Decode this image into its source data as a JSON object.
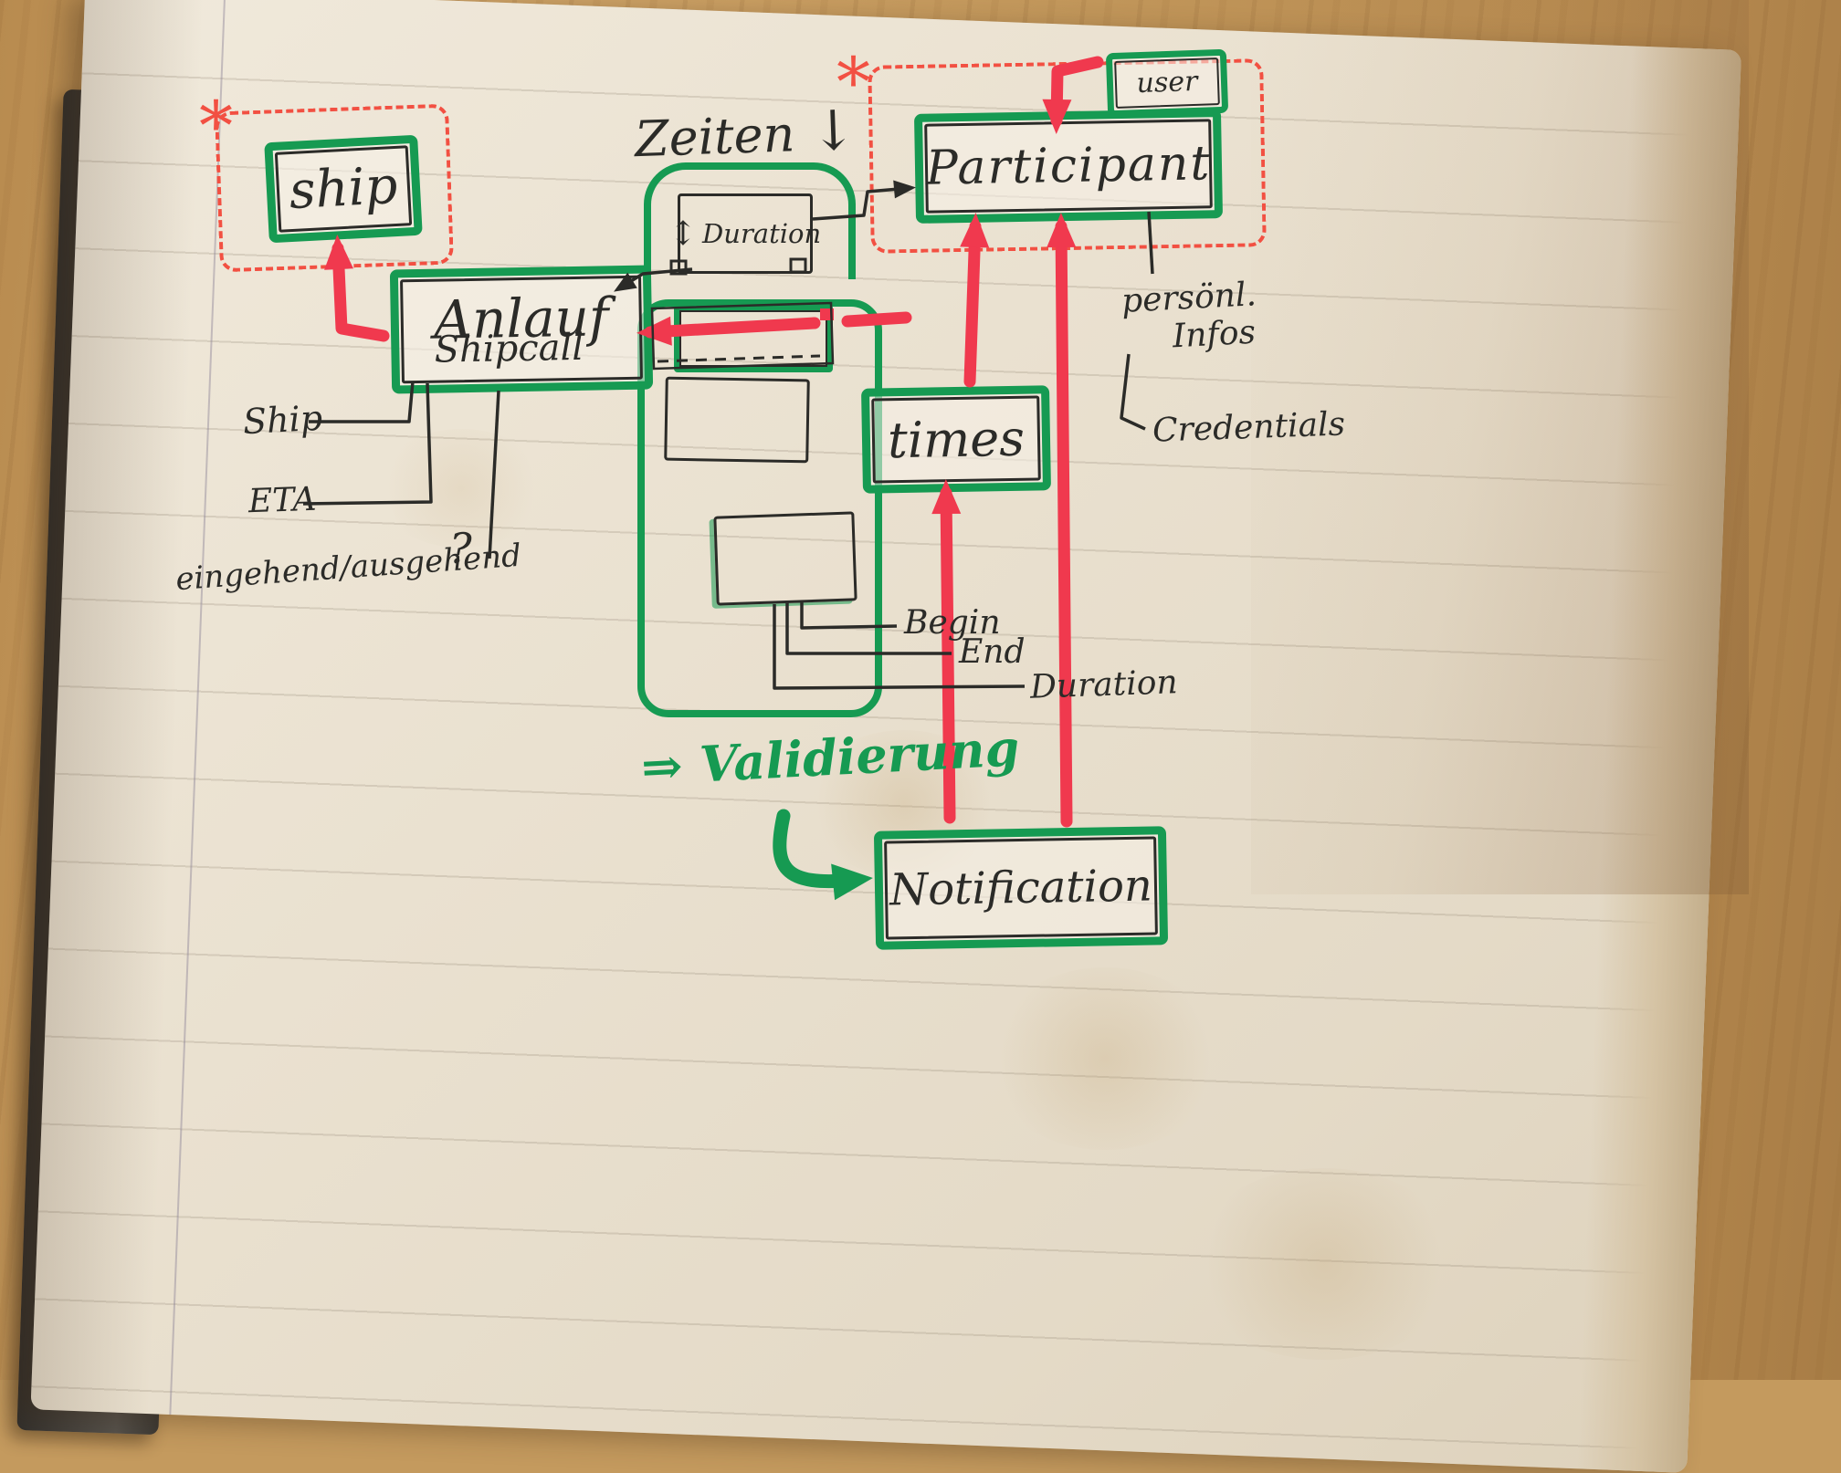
{
  "diagram": {
    "header": {
      "zeiten": "Zeiten",
      "down_arrow": "↓"
    },
    "entities": {
      "ship": "ship",
      "anlauf_line1": "Anlauf",
      "anlauf_line2": "Shipcall",
      "participant": "Participant",
      "user": "user",
      "times": "times",
      "notification": "Notification",
      "duration": "Duration",
      "duration_arrow": "↕"
    },
    "asterisk": "*",
    "attributes": {
      "ship": "Ship",
      "eta": "ETA",
      "in_out": "eingehend/ausgehend",
      "question_mark": "?",
      "begin": "Begin",
      "end": "End",
      "duration": "Duration",
      "personal_line1": "persönl.",
      "personal_line2": "Infos",
      "credentials": "Credentials"
    },
    "validation": {
      "arrow": "⇒",
      "label": "Validierung"
    }
  },
  "colors": {
    "marker_green": "#169a52",
    "marker_red": "#f0394e",
    "dashed_red": "#f25042",
    "ink": "#2b2b28"
  }
}
